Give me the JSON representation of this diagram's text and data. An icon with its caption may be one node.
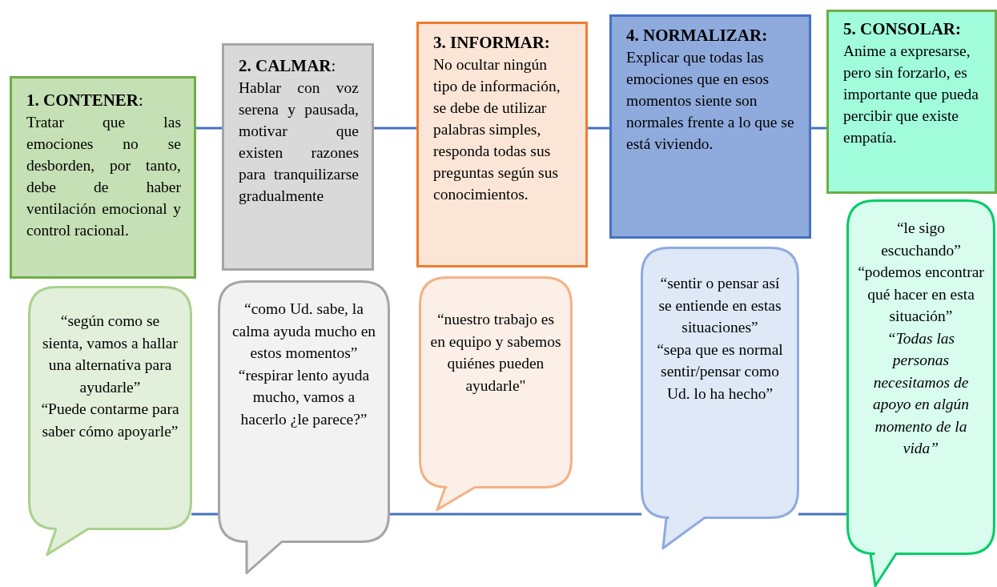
{
  "diagram": {
    "nodes": [
      {
        "text": [
          "**1. CONTENER**:",
          "Tratar que las emociones no se desborden, por tanto, debe de haber ventilación emocional y control racional."
        ]
      },
      {
        "text": [
          "**2. CALMAR**:",
          "Hablar con voz serena y pausada, motivar que existen razones para tranquilizarse gradualmente"
        ]
      },
      {
        "text": [
          "3. INFORMAR:",
          "No ocultar ningún tipo de información, se debe de utilizar palabras simples, responda todas sus preguntas según sus conocimientos."
        ]
      },
      {
        "text": [
          "4. NORMALIZAR:",
          "Explicar que todas las emociones que en esos momentos siente son normales frente a lo que se está viviendo."
        ]
      },
      {
        "text": [
          "5. CONSOLAR:",
          "Anime a expresarse, pero sin forzarlo, es importante que pueda percibir que existe empatía."
        ]
      },
      {
        "text": [
          "“según como se sienta, vamos a hallar una alternativa para ayudarle”",
          "“Puede contarme para saber cómo apoyarle”"
        ]
      },
      {
        "text": [
          "“como Ud. sabe, la calma ayuda mucho en estos momentos”",
          "“respirar lento ayuda mucho, vamos a hacerlo ¿le parece?”"
        ]
      },
      {
        "text": [
          "“nuestro trabajo es en equipo y sabemos quiénes pueden ayudarle\""
        ]
      },
      {
        "text": [
          "“sentir o pensar así se entiende en estas situaciones”",
          "“sepa que es normal sentir/pensar como Ud. lo ha hecho”"
        ]
      },
      {
        "text": [
          "“le sigo escuchando”",
          "“podemos encontrar qué hacer en esta situación”",
          "“Todas las personas necesitamos de apoyo en algún momento de la vida”"
        ]
      }
    ],
    "edges": [
      {
        "from": 0,
        "to": 1,
        "arrow": "none"
      },
      {
        "from": 1,
        "to": 2,
        "arrow": "none"
      },
      {
        "from": 2,
        "to": 3,
        "arrow": "none"
      },
      {
        "from": 3,
        "to": 4,
        "arrow": "none"
      },
      {
        "from": 5,
        "to": 6,
        "arrow": "none"
      },
      {
        "from": 6,
        "to": 8,
        "arrow": "none"
      },
      {
        "from": 8,
        "to": 9,
        "arrow": "none"
      }
    ]
  }
}
